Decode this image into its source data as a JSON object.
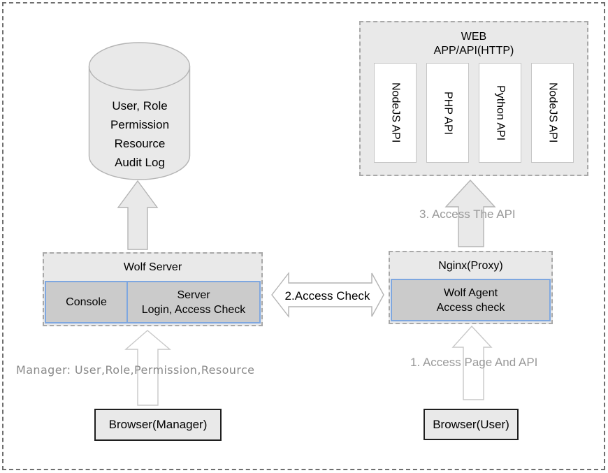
{
  "database": {
    "lines": [
      "User, Role",
      "Permission",
      "Resource",
      "Audit Log"
    ]
  },
  "web": {
    "title_line1": "WEB",
    "title_line2": "APP/API(HTTP)",
    "apis": [
      "NodeJS API",
      "PHP API",
      "Python API",
      "NodeJS API"
    ]
  },
  "wolf_server": {
    "title": "Wolf Server",
    "console": "Console",
    "server_line1": "Server",
    "server_line2": "Login, Access Check"
  },
  "nginx": {
    "title": "Nginx(Proxy)",
    "agent_line1": "Wolf Agent",
    "agent_line2": "Access check"
  },
  "arrows": {
    "access_check": "2.Access Check",
    "access_api": "3. Access The API",
    "access_page": "1. Access Page And API"
  },
  "manager_note": "Manager: User,Role,Permission,Resource",
  "browsers": {
    "manager": "Browser(Manager)",
    "user": "Browser(User)"
  },
  "colors": {
    "box_fill": "#e9e9e9",
    "cell_fill": "#cbcbcb",
    "blue_border": "#7ea7e0",
    "gray_text": "#999999",
    "dash_border": "#a8a8a8"
  }
}
